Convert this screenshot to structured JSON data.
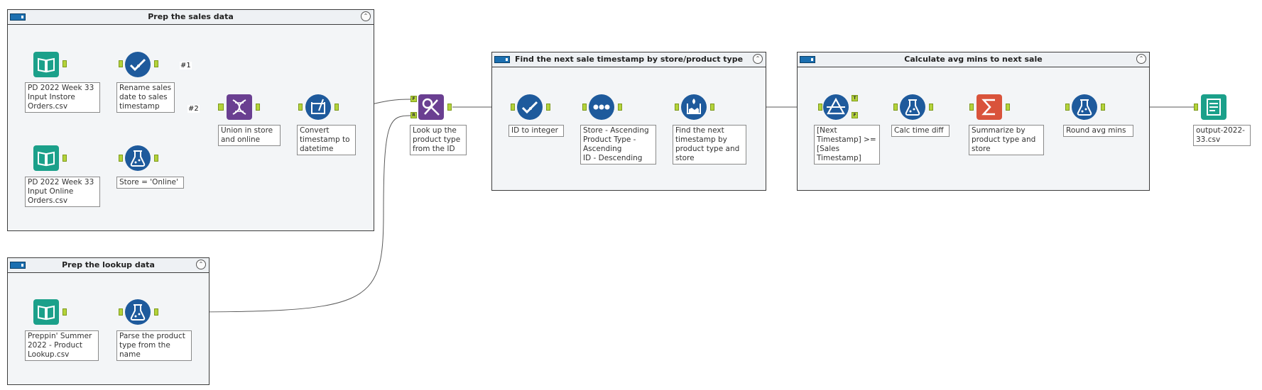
{
  "containers": {
    "sales": {
      "title": "Prep the sales data",
      "collapse": "⌃"
    },
    "lookup": {
      "title": "Prep the lookup data",
      "collapse": "⌃"
    },
    "next_sale": {
      "title": "Find the next sale timestamp by store/product type",
      "collapse": "⌃"
    },
    "avg": {
      "title": "Calculate avg mins to next sale",
      "collapse": "⌃"
    }
  },
  "tools": {
    "input_instore": {
      "label": "PD 2022 Week 33\nInput Instore\nOrders.csv",
      "icon": "input-data-icon",
      "color": "#1ba08a"
    },
    "rename": {
      "label": "Rename sales\ndate to sales\ntimestamp",
      "icon": "select-icon",
      "color": "#1e5a9c"
    },
    "input_online": {
      "label": "PD 2022 Week 33\nInput Online\nOrders.csv",
      "icon": "input-data-icon",
      "color": "#1ba08a"
    },
    "store_online": {
      "label": "Store = 'Online'",
      "icon": "formula-icon",
      "color": "#1e5a9c"
    },
    "union": {
      "label": "Union in store\nand online",
      "icon": "union-icon",
      "color": "#6a3f91"
    },
    "convert": {
      "label": "Convert\ntimestamp to\ndatetime",
      "icon": "datetime-icon",
      "color": "#1e5a9c"
    },
    "lookup_input": {
      "label": "Preppin' Summer\n2022 - Product\nLookup.csv",
      "icon": "input-data-icon",
      "color": "#1ba08a"
    },
    "parse": {
      "label": "Parse the product\ntype from the\nname",
      "icon": "formula-icon",
      "color": "#1e5a9c"
    },
    "find_replace": {
      "label": "Look up the\nproduct type\nfrom the ID",
      "icon": "find-replace-icon",
      "color": "#6a3f91"
    },
    "id_int": {
      "label": "ID to integer",
      "icon": "select-icon",
      "color": "#1e5a9c"
    },
    "sort": {
      "label": "Store - Ascending\nProduct Type -\nAscending\nID - Descending",
      "icon": "sort-icon",
      "color": "#1e5a9c"
    },
    "multirow": {
      "label": "Find the next\ntimestamp by\nproduct type and\nstore",
      "icon": "multi-row-formula-icon",
      "color": "#1e5a9c"
    },
    "filter": {
      "label": "[Next\nTimestamp] >=\n[Sales\nTimestamp]",
      "icon": "filter-icon",
      "color": "#1e5a9c"
    },
    "calc_diff": {
      "label": "Calc time diff",
      "icon": "formula-icon",
      "color": "#1e5a9c"
    },
    "summarize": {
      "label": "Summarize by\nproduct type and\nstore",
      "icon": "summarize-icon",
      "color": "#d9533b"
    },
    "round": {
      "label": "Round avg mins",
      "icon": "formula-icon",
      "color": "#1e5a9c"
    },
    "output": {
      "label": "output-2022-\n33.csv",
      "icon": "output-data-icon",
      "color": "#1ba08a"
    }
  },
  "wire_labels": {
    "one": "#1",
    "two": "#2"
  },
  "anchor_labels": {
    "find": "F",
    "replace": "R",
    "true": "T",
    "false": "F"
  }
}
